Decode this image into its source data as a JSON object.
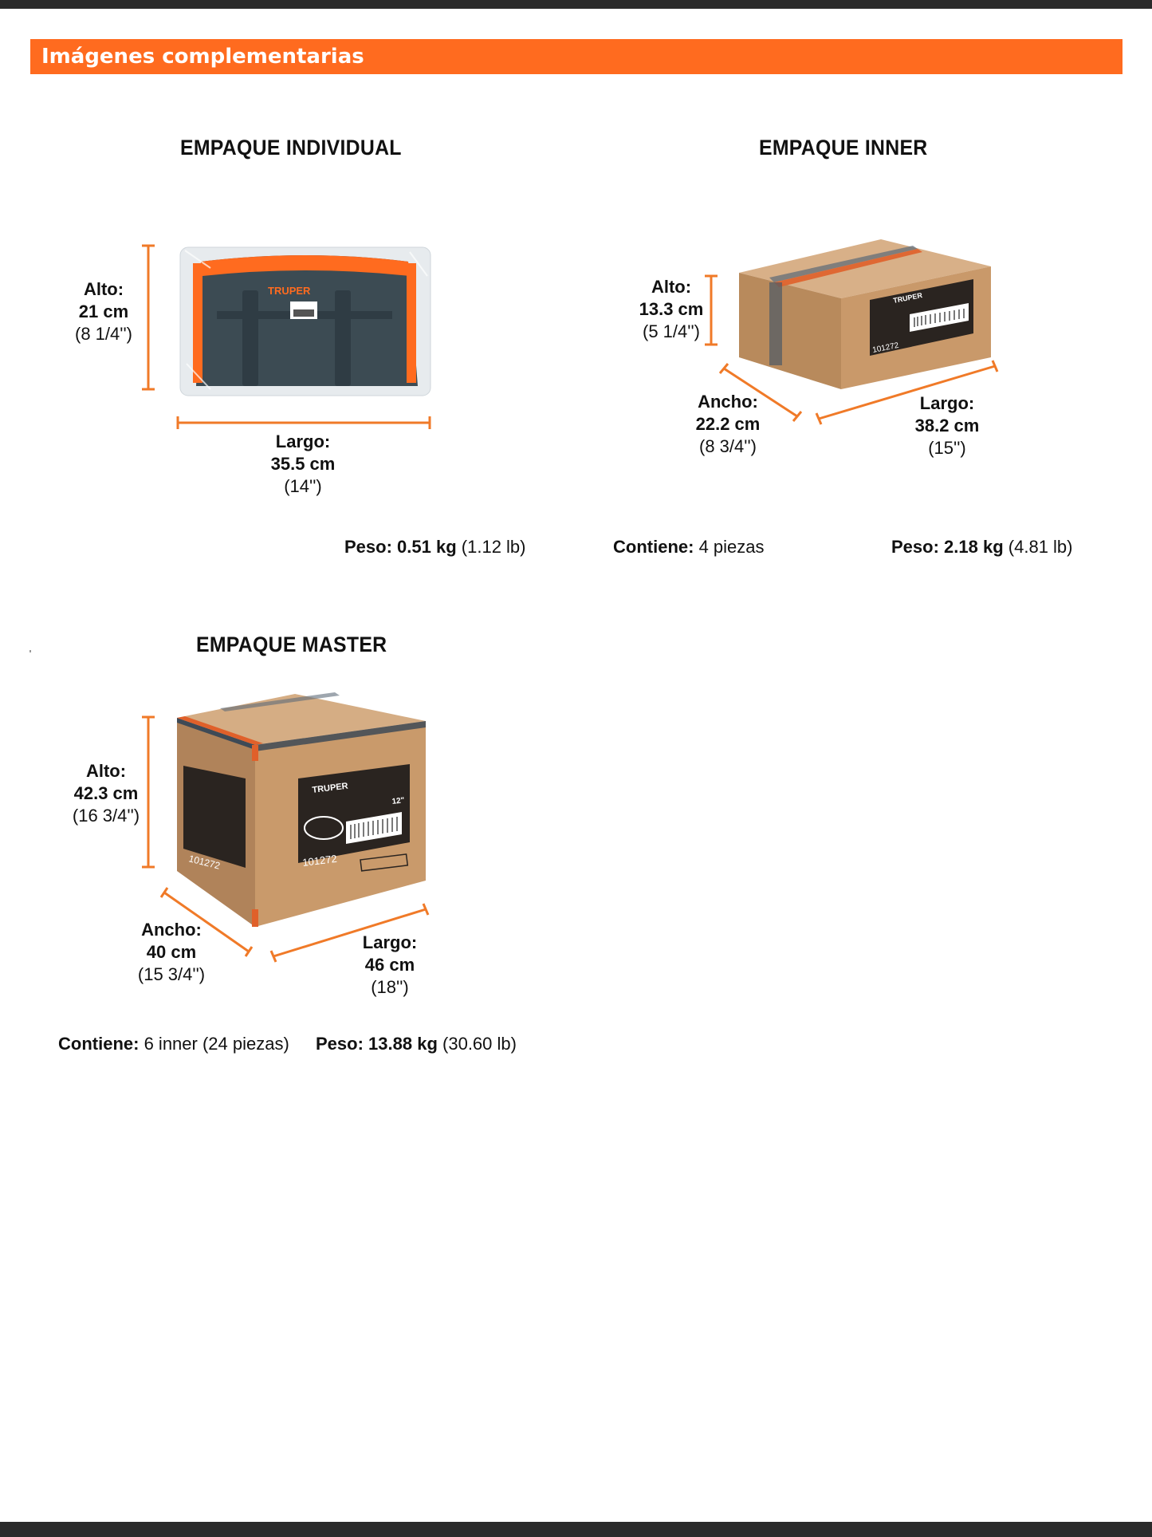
{
  "header": {
    "title": "Imágenes complementarias"
  },
  "brand": {
    "accent": "#ff6b1f",
    "bar": "#2b2b2b",
    "cardboard": "#c69868",
    "bag": "#3b4a52"
  },
  "individual": {
    "title": "EMPAQUE INDIVIDUAL",
    "alto": {
      "label": "Alto:",
      "metric": "21 cm",
      "imperial": "(8 1/4'')"
    },
    "largo": {
      "label": "Largo:",
      "metric": "35.5 cm",
      "imperial": "(14'')"
    },
    "peso": {
      "label": "Peso:",
      "metric": "0.51 kg",
      "imperial": "(1.12 lb)"
    },
    "product": {
      "brand": "TRUPER"
    }
  },
  "inner": {
    "title": "EMPAQUE INNER",
    "alto": {
      "label": "Alto:",
      "metric": "13.3 cm",
      "imperial": "(5 1/4'')"
    },
    "ancho": {
      "label": "Ancho:",
      "metric": "22.2 cm",
      "imperial": "(8 3/4'')"
    },
    "largo": {
      "label": "Largo:",
      "metric": "38.2 cm",
      "imperial": "(15'')"
    },
    "contiene": {
      "label": "Contiene:",
      "value": "4 piezas"
    },
    "peso": {
      "label": "Peso:",
      "metric": "2.18 kg",
      "imperial": "(4.81 lb)"
    },
    "box": {
      "brand": "TRUPER",
      "code": "101272"
    }
  },
  "master": {
    "title": "EMPAQUE MASTER",
    "alto": {
      "label": "Alto:",
      "metric": "42.3 cm",
      "imperial": "(16 3/4'')"
    },
    "ancho": {
      "label": "Ancho:",
      "metric": "40 cm",
      "imperial": "(15 3/4'')"
    },
    "largo": {
      "label": "Largo:",
      "metric": "46 cm",
      "imperial": "(18'')"
    },
    "contiene": {
      "label": "Contiene:",
      "value": "6 inner (24 piezas)"
    },
    "peso": {
      "label": "Peso:",
      "metric": "13.88 kg",
      "imperial": "(30.60 lb)"
    },
    "box": {
      "brand": "TRUPER",
      "code": "101272",
      "size": "12\""
    }
  }
}
